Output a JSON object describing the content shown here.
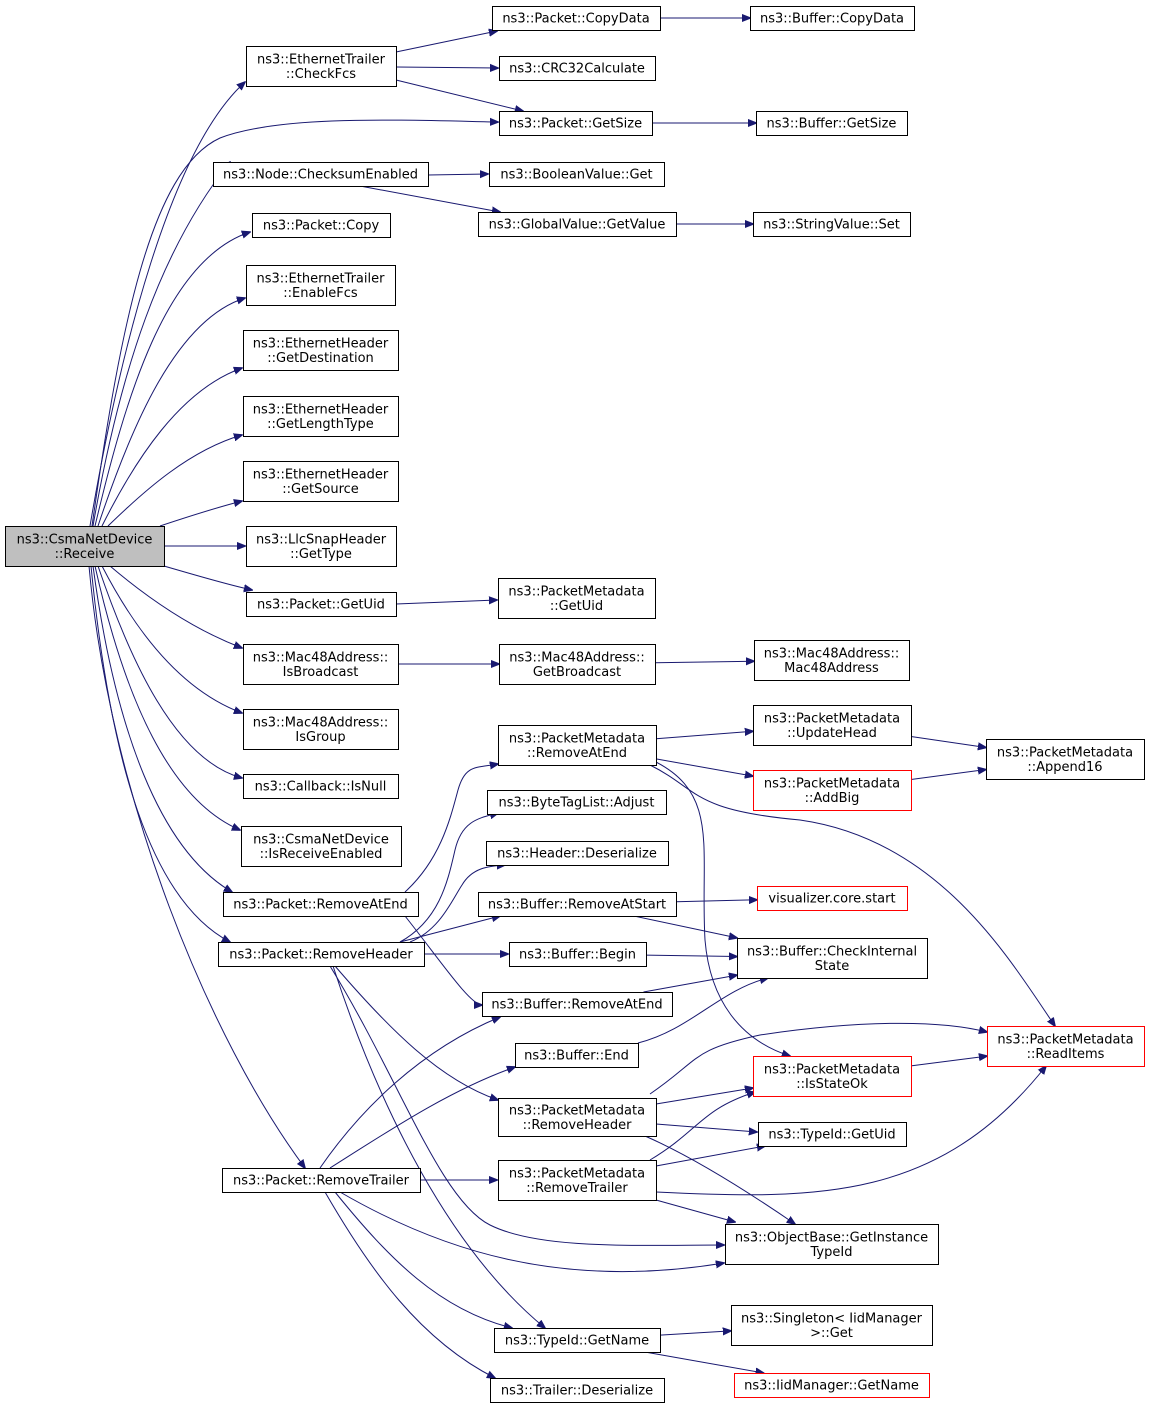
{
  "colors": {
    "edge": "#191970",
    "node_border": "#000000",
    "node_border_truncated": "#ff0000",
    "root_fill": "#bfbfbf",
    "node_fill": "#ffffff"
  },
  "nodes": {
    "receive": [
      "ns3::CsmaNetDevice",
      "::Receive"
    ],
    "checkfcs": [
      "ns3::EthernetTrailer",
      "::CheckFcs"
    ],
    "pkt_copydata": [
      "ns3::Packet::CopyData"
    ],
    "buf_copydata": [
      "ns3::Buffer::CopyData"
    ],
    "crc32": [
      "ns3::CRC32Calculate"
    ],
    "pkt_getsize": [
      "ns3::Packet::GetSize"
    ],
    "buf_getsize": [
      "ns3::Buffer::GetSize"
    ],
    "checksum": [
      "ns3::Node::ChecksumEnabled"
    ],
    "boolget": [
      "ns3::BooleanValue::Get"
    ],
    "globalget": [
      "ns3::GlobalValue::GetValue"
    ],
    "stringset": [
      "ns3::StringValue::Set"
    ],
    "pkt_copy": [
      "ns3::Packet::Copy"
    ],
    "enablefcs": [
      "ns3::EthernetTrailer",
      "::EnableFcs"
    ],
    "getdest": [
      "ns3::EthernetHeader",
      "::GetDestination"
    ],
    "getlentype": [
      "ns3::EthernetHeader",
      "::GetLengthType"
    ],
    "getsource": [
      "ns3::EthernetHeader",
      "::GetSource"
    ],
    "llcgettype": [
      "ns3::LlcSnapHeader",
      "::GetType"
    ],
    "pkt_getuid": [
      "ns3::Packet::GetUid"
    ],
    "pm_getuid": [
      "ns3::PacketMetadata",
      "::GetUid"
    ],
    "isbroadcast": [
      "ns3::Mac48Address::",
      "IsBroadcast"
    ],
    "getbroadcast": [
      "ns3::Mac48Address::",
      "GetBroadcast"
    ],
    "mac48ctor": [
      "ns3::Mac48Address::",
      "Mac48Address"
    ],
    "isgroup": [
      "ns3::Mac48Address::",
      "IsGroup"
    ],
    "isnull": [
      "ns3::Callback::IsNull"
    ],
    "isreceiveenabled": [
      "ns3::CsmaNetDevice",
      "::IsReceiveEnabled"
    ],
    "pm_removeatend": [
      "ns3::PacketMetadata",
      "::RemoveAtEnd"
    ],
    "pm_updatehead": [
      "ns3::PacketMetadata",
      "::UpdateHead"
    ],
    "pm_append16": [
      "ns3::PacketMetadata",
      "::Append16"
    ],
    "pm_addbig": [
      "ns3::PacketMetadata",
      "::AddBig"
    ],
    "btl_adjust": [
      "ns3::ByteTagList::Adjust"
    ],
    "hdr_deserialize": [
      "ns3::Header::Deserialize"
    ],
    "pkt_removeatend": [
      "ns3::Packet::RemoveAtEnd"
    ],
    "buf_removeatstart": [
      "ns3::Buffer::RemoveAtStart"
    ],
    "viz_start": [
      "visualizer.core.start"
    ],
    "pkt_removeheader": [
      "ns3::Packet::RemoveHeader"
    ],
    "buf_begin": [
      "ns3::Buffer::Begin"
    ],
    "buf_checkinternal": [
      "ns3::Buffer::CheckInternal",
      "State"
    ],
    "buf_removeatend": [
      "ns3::Buffer::RemoveAtEnd"
    ],
    "buf_end": [
      "ns3::Buffer::End"
    ],
    "pm_readitems": [
      "ns3::PacketMetadata",
      "::ReadItems"
    ],
    "pm_isstateok": [
      "ns3::PacketMetadata",
      "::IsStateOk"
    ],
    "pm_removeheader": [
      "ns3::PacketMetadata",
      "::RemoveHeader"
    ],
    "typeid_getuid": [
      "ns3::TypeId::GetUid"
    ],
    "pkt_removetrailer": [
      "ns3::Packet::RemoveTrailer"
    ],
    "pm_removetrailer": [
      "ns3::PacketMetadata",
      "::RemoveTrailer"
    ],
    "ob_getinstance": [
      "ns3::ObjectBase::GetInstance",
      "TypeId"
    ],
    "singleton_get": [
      "ns3::Singleton< IidManager",
      ">::Get"
    ],
    "typeid_getname": [
      "ns3::TypeId::GetName"
    ],
    "iid_getname": [
      "ns3::IidManager::GetName"
    ],
    "trl_deserialize": [
      "ns3::Trailer::Deserialize"
    ]
  },
  "edges": [
    [
      "receive",
      "checkfcs"
    ],
    [
      "receive",
      "pkt_getsize"
    ],
    [
      "receive",
      "checksum"
    ],
    [
      "receive",
      "pkt_copy"
    ],
    [
      "receive",
      "enablefcs"
    ],
    [
      "receive",
      "getdest"
    ],
    [
      "receive",
      "getlentype"
    ],
    [
      "receive",
      "getsource"
    ],
    [
      "receive",
      "llcgettype"
    ],
    [
      "receive",
      "pkt_getuid"
    ],
    [
      "receive",
      "isbroadcast"
    ],
    [
      "receive",
      "isgroup"
    ],
    [
      "receive",
      "isnull"
    ],
    [
      "receive",
      "isreceiveenabled"
    ],
    [
      "receive",
      "pkt_removeatend"
    ],
    [
      "receive",
      "pkt_removeheader"
    ],
    [
      "receive",
      "pkt_removetrailer"
    ],
    [
      "checkfcs",
      "pkt_copydata"
    ],
    [
      "checkfcs",
      "crc32"
    ],
    [
      "checkfcs",
      "pkt_getsize"
    ],
    [
      "pkt_copydata",
      "buf_copydata"
    ],
    [
      "pkt_getsize",
      "buf_getsize"
    ],
    [
      "checksum",
      "boolget"
    ],
    [
      "checksum",
      "globalget"
    ],
    [
      "globalget",
      "stringset"
    ],
    [
      "pkt_getuid",
      "pm_getuid"
    ],
    [
      "isbroadcast",
      "getbroadcast"
    ],
    [
      "getbroadcast",
      "mac48ctor"
    ],
    [
      "pkt_removeatend",
      "pm_removeatend"
    ],
    [
      "pkt_removeatend",
      "buf_removeatend"
    ],
    [
      "pm_removeatend",
      "pm_updatehead"
    ],
    [
      "pm_removeatend",
      "pm_addbig"
    ],
    [
      "pm_removeatend",
      "pm_readitems"
    ],
    [
      "pm_removeatend",
      "pm_isstateok"
    ],
    [
      "pm_updatehead",
      "pm_append16"
    ],
    [
      "pm_addbig",
      "pm_append16"
    ],
    [
      "pkt_removeheader",
      "btl_adjust"
    ],
    [
      "pkt_removeheader",
      "hdr_deserialize"
    ],
    [
      "pkt_removeheader",
      "buf_removeatstart"
    ],
    [
      "pkt_removeheader",
      "buf_begin"
    ],
    [
      "pkt_removeheader",
      "pm_removeheader"
    ],
    [
      "pkt_removeheader",
      "ob_getinstance"
    ],
    [
      "pkt_removeheader",
      "typeid_getname"
    ],
    [
      "buf_removeatstart",
      "viz_start"
    ],
    [
      "buf_removeatstart",
      "buf_checkinternal"
    ],
    [
      "buf_begin",
      "buf_checkinternal"
    ],
    [
      "buf_removeatend",
      "buf_checkinternal"
    ],
    [
      "buf_end",
      "buf_checkinternal"
    ],
    [
      "pm_removeheader",
      "pm_readitems"
    ],
    [
      "pm_removeheader",
      "pm_isstateok"
    ],
    [
      "pm_removeheader",
      "typeid_getuid"
    ],
    [
      "pm_removeheader",
      "ob_getinstance"
    ],
    [
      "pm_isstateok",
      "pm_readitems"
    ],
    [
      "pkt_removetrailer",
      "buf_removeatend"
    ],
    [
      "pkt_removetrailer",
      "buf_end"
    ],
    [
      "pkt_removetrailer",
      "pm_removetrailer"
    ],
    [
      "pkt_removetrailer",
      "ob_getinstance"
    ],
    [
      "pkt_removetrailer",
      "typeid_getname"
    ],
    [
      "pkt_removetrailer",
      "trl_deserialize"
    ],
    [
      "pm_removetrailer",
      "pm_isstateok"
    ],
    [
      "pm_removetrailer",
      "typeid_getuid"
    ],
    [
      "pm_removetrailer",
      "pm_readitems"
    ],
    [
      "pm_removetrailer",
      "ob_getinstance"
    ],
    [
      "typeid_getname",
      "singleton_get"
    ],
    [
      "typeid_getname",
      "iid_getname"
    ]
  ],
  "truncated_nodes": [
    "pm_addbig",
    "viz_start",
    "pm_readitems",
    "pm_isstateok",
    "iid_getname"
  ],
  "root_node": "receive"
}
